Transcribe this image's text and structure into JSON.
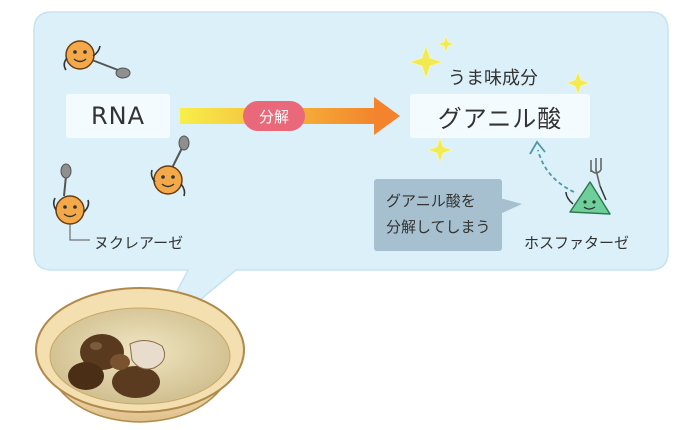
{
  "diagram": {
    "substrate": "RNA",
    "process_label": "分解",
    "product": "グアニル酸",
    "product_note": "うま味成分",
    "enzyme_left": "ヌクレアーゼ",
    "enzyme_right": "ホスファターゼ",
    "callout_line1": "グアニル酸を",
    "callout_line2": "分解してしまう"
  },
  "colors": {
    "panel_fill": "#dcf0f9",
    "arrow_start": "#f7e83a",
    "arrow_end": "#f3842d",
    "badge": "#e9697a",
    "character_orange": "#f3a94a",
    "character_green": "#6fcf9b",
    "callout_fill": "#a7c0cf",
    "sparkle": "#f3ea52"
  },
  "icons": [
    "sparkle-icon",
    "spoon-icon",
    "fork-icon",
    "smiley-face-icon",
    "bowl-illustration"
  ]
}
